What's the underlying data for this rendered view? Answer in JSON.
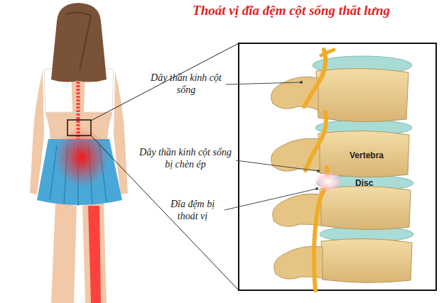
{
  "diagram": {
    "title": "Thoát vị đĩa đệm cột sống thắt lưng",
    "labels": [
      "Dây thần kinh cột sống",
      "Dây thần kinh cột sống bị chèn ép",
      "Đĩa đệm bị thoát vị",
      "Vertebra",
      "Disc"
    ]
  }
}
